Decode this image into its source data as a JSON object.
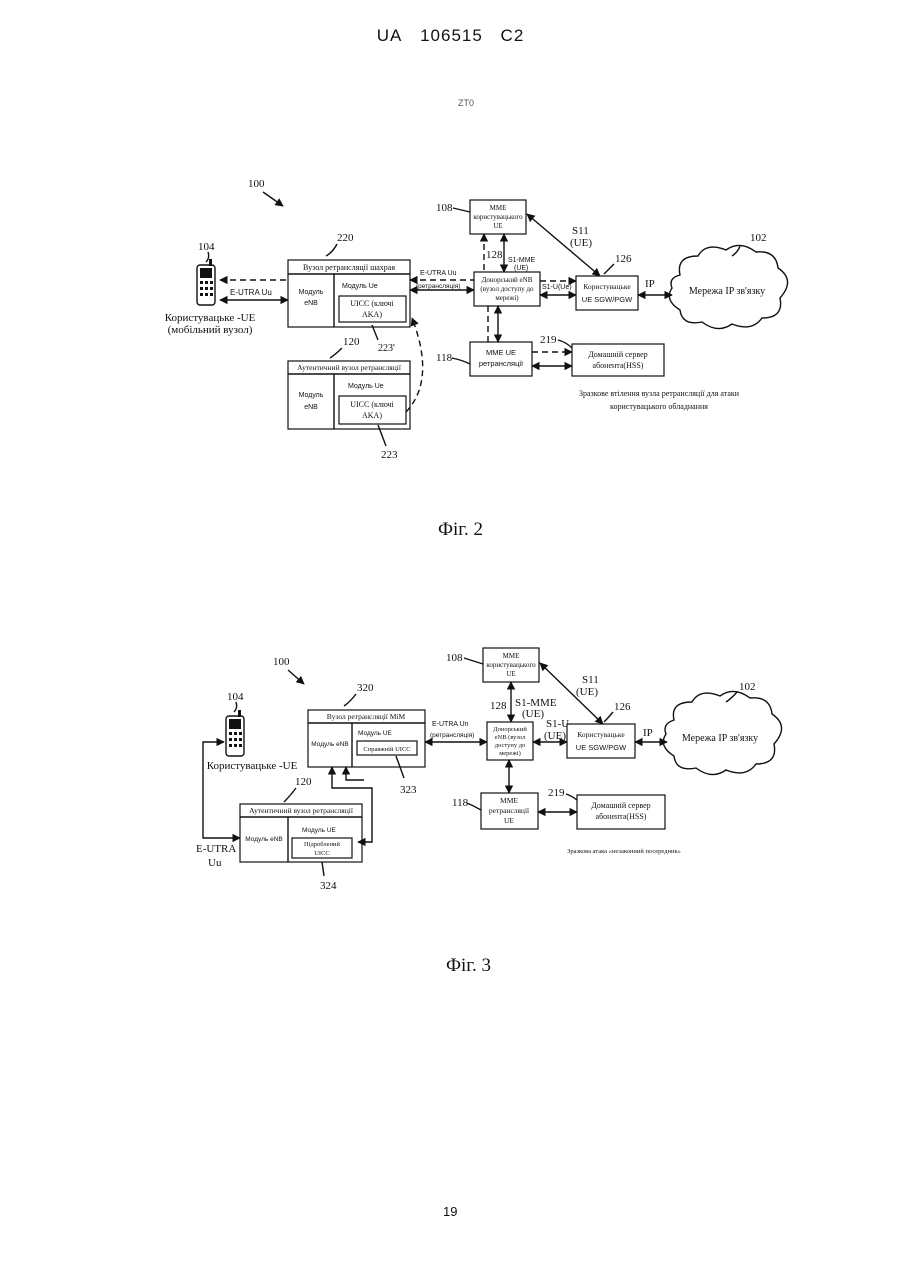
{
  "header": {
    "country": "UA",
    "number": "106515",
    "kind": "C2"
  },
  "page_number": "19",
  "stray_mark": "ZT0",
  "fig2": {
    "caption": "Фіг. 2",
    "ref_100": "100",
    "ref_104": "104",
    "ref_220": "220",
    "ref_108": "108",
    "ref_128": "128",
    "ref_126": "126",
    "ref_102": "102",
    "ref_120": "120",
    "ref_118": "118",
    "ref_219": "219",
    "ref_223p": "223'",
    "ref_223": "223",
    "user_ue_label": "Користувацьке -UE",
    "user_ue_sublabel": "(мобільний вузол)",
    "eutra_uu": "E-UTRA Uu",
    "relay_title": "Вузол ретрансляції шахрая",
    "enb_module": [
      "Модуль",
      "eNB"
    ],
    "ue_module": "Модуль Ue",
    "uicc_lines": [
      "UICC (ключі",
      "AKA)"
    ],
    "eutra_un": "E-UTRA Uu",
    "retrans": "(ретрансляція)",
    "mme_user": [
      "MME",
      "користувацького",
      "UE"
    ],
    "s1mme": [
      "S1-MME",
      "(UE)"
    ],
    "donor_enb": [
      "Донорський eNB",
      "(вузол доступу до",
      "мережі)"
    ],
    "s1u": "S1-U(Ue)",
    "s11": [
      "S11",
      "(UE)"
    ],
    "sgw": [
      "Користувацьке",
      "UE SGW/PGW"
    ],
    "ip": "IP",
    "ip_cloud": "Мережа IP зв'язку",
    "auth_relay_title": "Аутентичний вузол ретрансляції",
    "auth_enb": [
      "Модуль",
      "eNB"
    ],
    "auth_ue": "Модуль Ue",
    "auth_uicc": [
      "UICC (ключі",
      "AKA)"
    ],
    "mme_relay": [
      "MME UE",
      "ретрансляції"
    ],
    "hss": [
      "Домашній сервер",
      "абонента(HSS)"
    ],
    "description": [
      "Зразкове втілення вузла ретрансляції для атаки",
      "користувацького обладнання"
    ]
  },
  "fig3": {
    "caption": "Фіг. 3",
    "ref_100": "100",
    "ref_104": "104",
    "ref_320": "320",
    "ref_108": "108",
    "ref_128": "128",
    "ref_126": "126",
    "ref_102": "102",
    "ref_120": "120",
    "ref_118": "118",
    "ref_219": "219",
    "ref_323": "323",
    "ref_324": "324",
    "user_ue_label": "Користувацьке -UE",
    "eutra_uu": [
      "E-UTRA",
      "Uu"
    ],
    "relay_title": "Вузол ретрансляції MiM",
    "enb_module": "Модуль eNB",
    "ue_module": "Модуль UE",
    "uicc": "Справжній UICC",
    "eutra_un": "E-UTRA Un",
    "retrans": "(ретрансляція)",
    "mme_user": [
      "MME",
      "користувацького",
      "UE"
    ],
    "s1mme": [
      "S1-MME",
      "(UE)"
    ],
    "donor_enb": [
      "Донорський",
      "eNB (вузол",
      "доступу до",
      "мережі)"
    ],
    "s1u": [
      "S1-U",
      "(UE)"
    ],
    "s11": [
      "S11",
      "(UE)"
    ],
    "sgw": [
      "Користувацьке",
      "UE SGW/PGW"
    ],
    "ip": "IP",
    "ip_cloud": "Мережа IP зв'язку",
    "auth_relay_title": "Аутентичний вузол ретрансляції",
    "auth_enb": "Модуль eNB",
    "auth_ue": "Модуль UE",
    "auth_uicc": [
      "Підроблений",
      "UICC"
    ],
    "mme_relay": [
      "MME",
      "ретрансляції",
      "UE"
    ],
    "hss": [
      "Домашній сервер",
      "абонента(HSS)"
    ],
    "description": "Зразкова атака «незаконний посередник»"
  }
}
